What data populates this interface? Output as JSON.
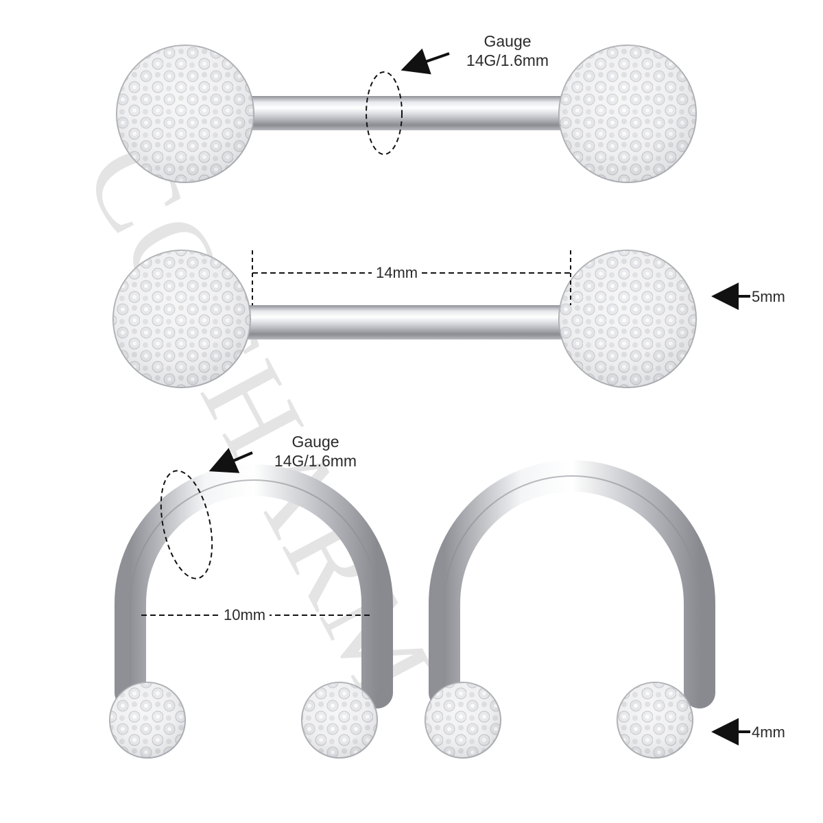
{
  "watermark": {
    "text": "COCHARM",
    "color": "#d4d4d4"
  },
  "gauge_top": {
    "title": "Gauge",
    "value": "14G/1.6mm"
  },
  "length_label": "14mm",
  "ball_size_barbell": "5mm",
  "gauge_bottom": {
    "title": "Gauge",
    "value": "14G/1.6mm"
  },
  "diameter_label": "10mm",
  "ball_size_horseshoe": "4mm",
  "colors": {
    "steel_light": "#f4f4f6",
    "steel_dark": "#9a9ca2",
    "crystal": "#e8e8ea"
  }
}
